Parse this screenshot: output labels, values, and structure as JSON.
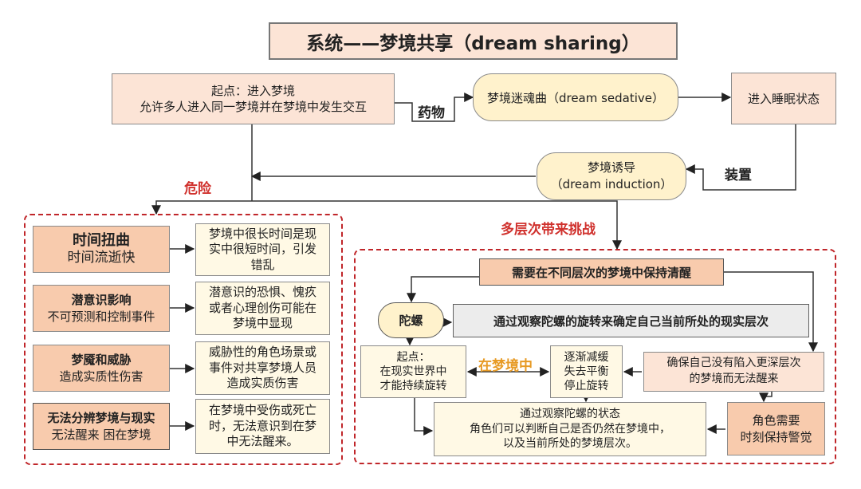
{
  "title": "系统——梦境共享（dream sharing）",
  "start": {
    "line1": "起点：进入梦境",
    "line2": "允许多人进入同一梦境并在梦境中发生交互"
  },
  "drug_label": "药物",
  "sedative": "梦境迷魂曲（dream sedative）",
  "sleep_state": "进入睡眠状态",
  "device_label": "装置",
  "induction": {
    "line1": "梦境诱导",
    "line2": "（dream induction）"
  },
  "danger_label": "危险",
  "multilevel_label": "多层次带来挑战",
  "dangers": [
    {
      "title": "时间扭曲",
      "subtitle": "时间流逝快",
      "desc": "梦境中很长时间是现\n实中很短时间，引发\n错乱"
    },
    {
      "title": "潜意识影响",
      "subtitle": "不可预测和控制事件",
      "desc": "潜意识的恐惧、愧疚\n或者心理创伤可能在\n梦境中显现"
    },
    {
      "title": "梦魇和威胁",
      "subtitle": "造成实质性伤害",
      "desc": "威胁性的角色场景或\n事件对共享梦境人员\n造成实质伤害"
    },
    {
      "title": "无法分辨梦境与现实",
      "subtitle": "无法醒来 困在梦境",
      "desc": "在梦境中受伤或死亡\n时，无法意识到在梦\n中无法醒来。"
    }
  ],
  "challenge": {
    "stay_awake": "需要在不同层次的梦境中保持清醒",
    "top": "陀螺",
    "top_desc": "通过观察陀螺的旋转来确定自己当前所处的现实层次",
    "origin": "起点：\n在现实世界中\n才能持续旋转",
    "in_dream_label": "在梦境中",
    "slowdown": "逐渐减缓\n失去平衡\n停止旋转",
    "ensure": "确保自己没有陷入更深层次\n的梦境而无法醒来",
    "conclusion": "通过观察陀螺的状态\n角色们可以判断自己是否仍然在梦境中，\n以及当前所处的梦境层次。",
    "vigilance": "角色需要\n时刻保持警觉"
  }
}
